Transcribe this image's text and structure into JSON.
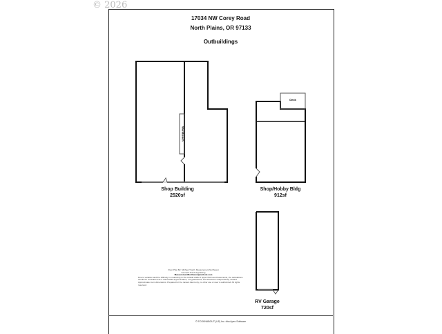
{
  "watermark": "© 2026",
  "header": {
    "address_line1": "17034 NW Corey Road",
    "address_line2": "North Plains, OR 97133",
    "title": "Outbuildings"
  },
  "buildings": [
    {
      "name": "Shop Building",
      "area": "2520sf",
      "annotation": "Workbench"
    },
    {
      "name": "Shop/Hobby Bldg",
      "area": "912sf",
      "annotation": "Deck"
    },
    {
      "name": "RV Garage",
      "area": "720sf"
    }
  ],
  "credit": {
    "line1": "Floor Plan By: Michael Tusch, Measurement Northwest",
    "line2": "Kenneth Tusch Appraising",
    "email": "MeasurementNorthwest@outlook.com",
    "disclaimer": "Due to variation and the difficulty in measuring to the outside walls of upper floors and basements, the calculations should be considered as a reasonable approximation, not guaranteed, and should be independently verified. Approximate room dimensions. Prepared for the named client only, no other use or user is authorized. All rights reserved."
  },
  "footer": "© ECOKNABOUT (US) Inc. dba Apex Software"
}
